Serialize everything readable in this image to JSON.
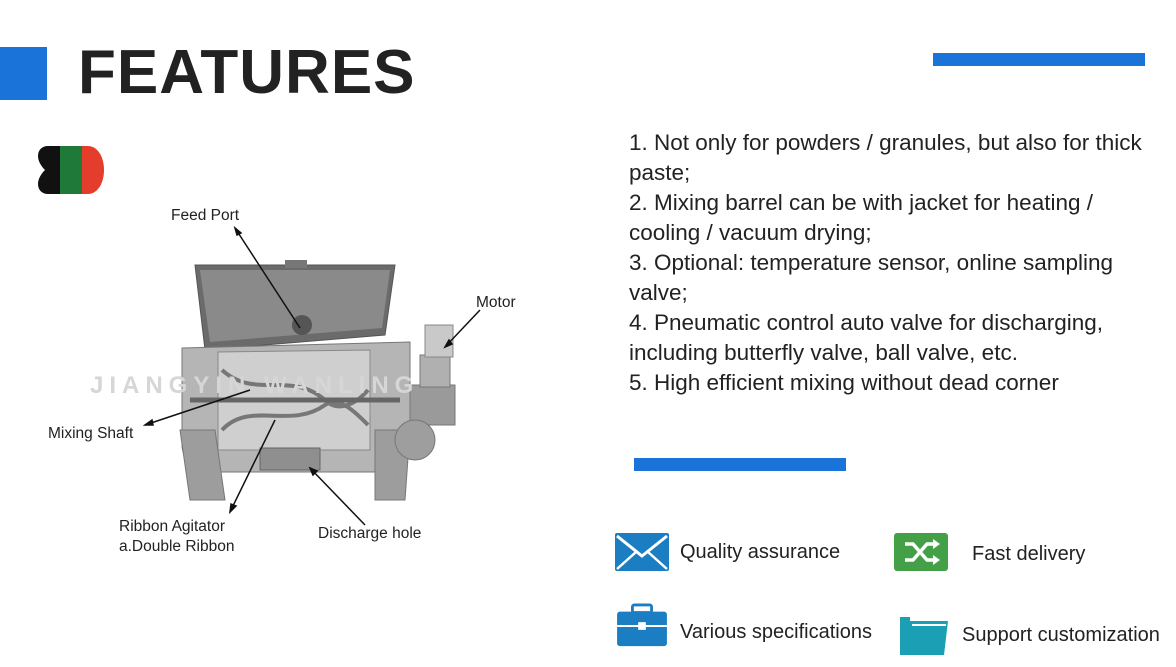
{
  "header": {
    "title": "FEATURES"
  },
  "features": [
    "1. Not only for powders / granules, but also for thick paste;",
    "2. Mixing barrel can be with jacket for heating / cooling / vacuum drying;",
    "3. Optional: temperature sensor, online sampling valve;",
    "4. Pneumatic control auto valve for discharging, including butterfly valve, ball valve, etc.",
    "5. High efficient mixing without dead corner"
  ],
  "diagram": {
    "labels": {
      "feed_port": "Feed Port",
      "motor": "Motor",
      "mixing_shaft": "Mixing Shaft",
      "ribbon_agitator_1": "Ribbon Agitator",
      "ribbon_agitator_2": "a.Double Ribbon",
      "discharge_hole": "Discharge hole"
    },
    "watermark": "JIANGYIN WANLING"
  },
  "perks": {
    "quality": "Quality assurance",
    "delivery": "Fast delivery",
    "specs": "Various specifications",
    "custom": "Support customization"
  },
  "colors": {
    "accent": "#1a73d9",
    "icon_blue": "#1b7ec2",
    "icon_green": "#43a047",
    "icon_teal": "#1a9fb4"
  }
}
